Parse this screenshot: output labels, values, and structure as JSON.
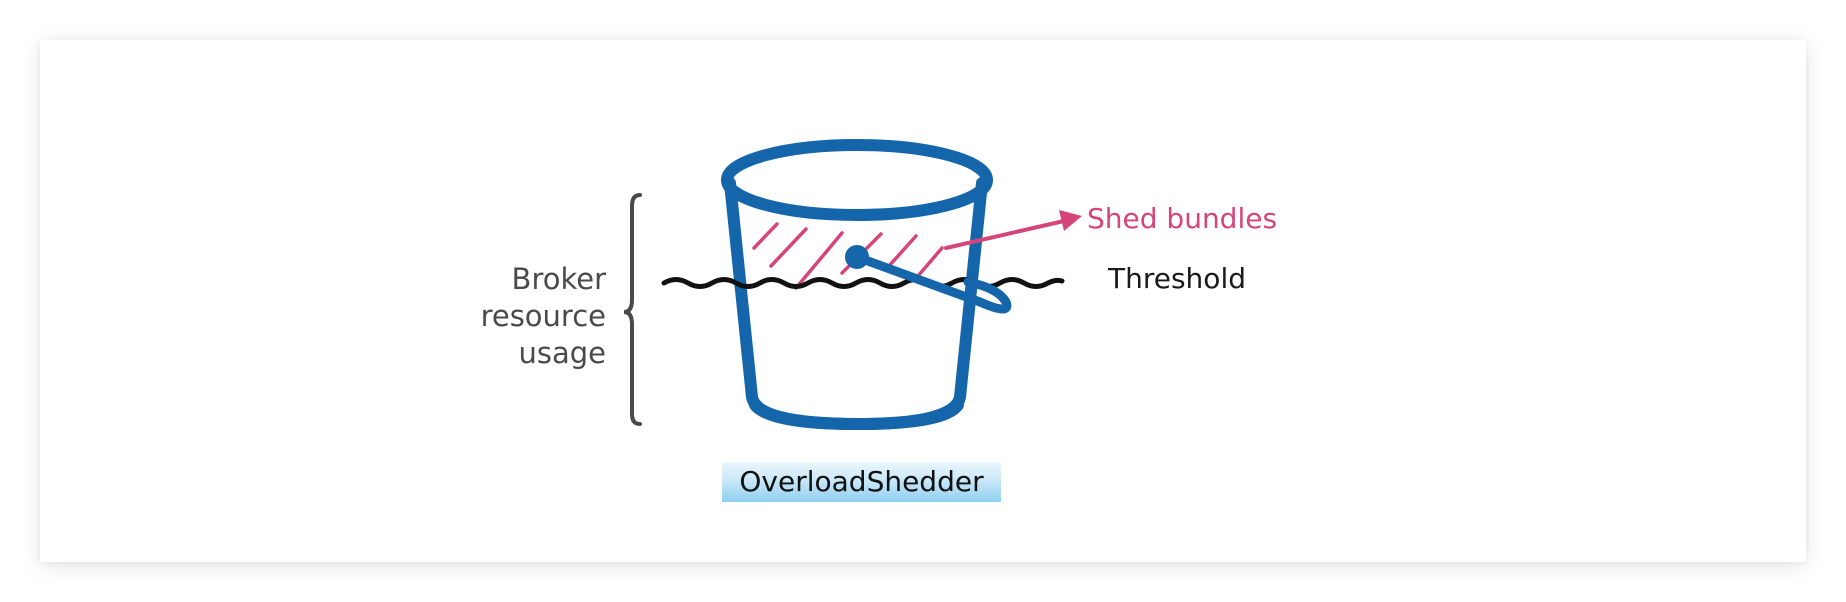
{
  "diagram": {
    "usage_label": {
      "line1": "Broker",
      "line2": "resource",
      "line3": "usage"
    },
    "shed_label": "Shed bundles",
    "threshold_label": "Threshold",
    "component_label": "OverloadShedder"
  },
  "colors": {
    "bucket": "#1565ab",
    "shed": "#d6457a",
    "threshold_line": "#111111",
    "brace": "#4a4a4a",
    "label_box": "#8fcff0"
  },
  "icons": {
    "bucket": "bucket-icon",
    "arrow": "arrow-icon",
    "brace": "curly-brace-icon",
    "wave": "wavy-line-icon"
  }
}
